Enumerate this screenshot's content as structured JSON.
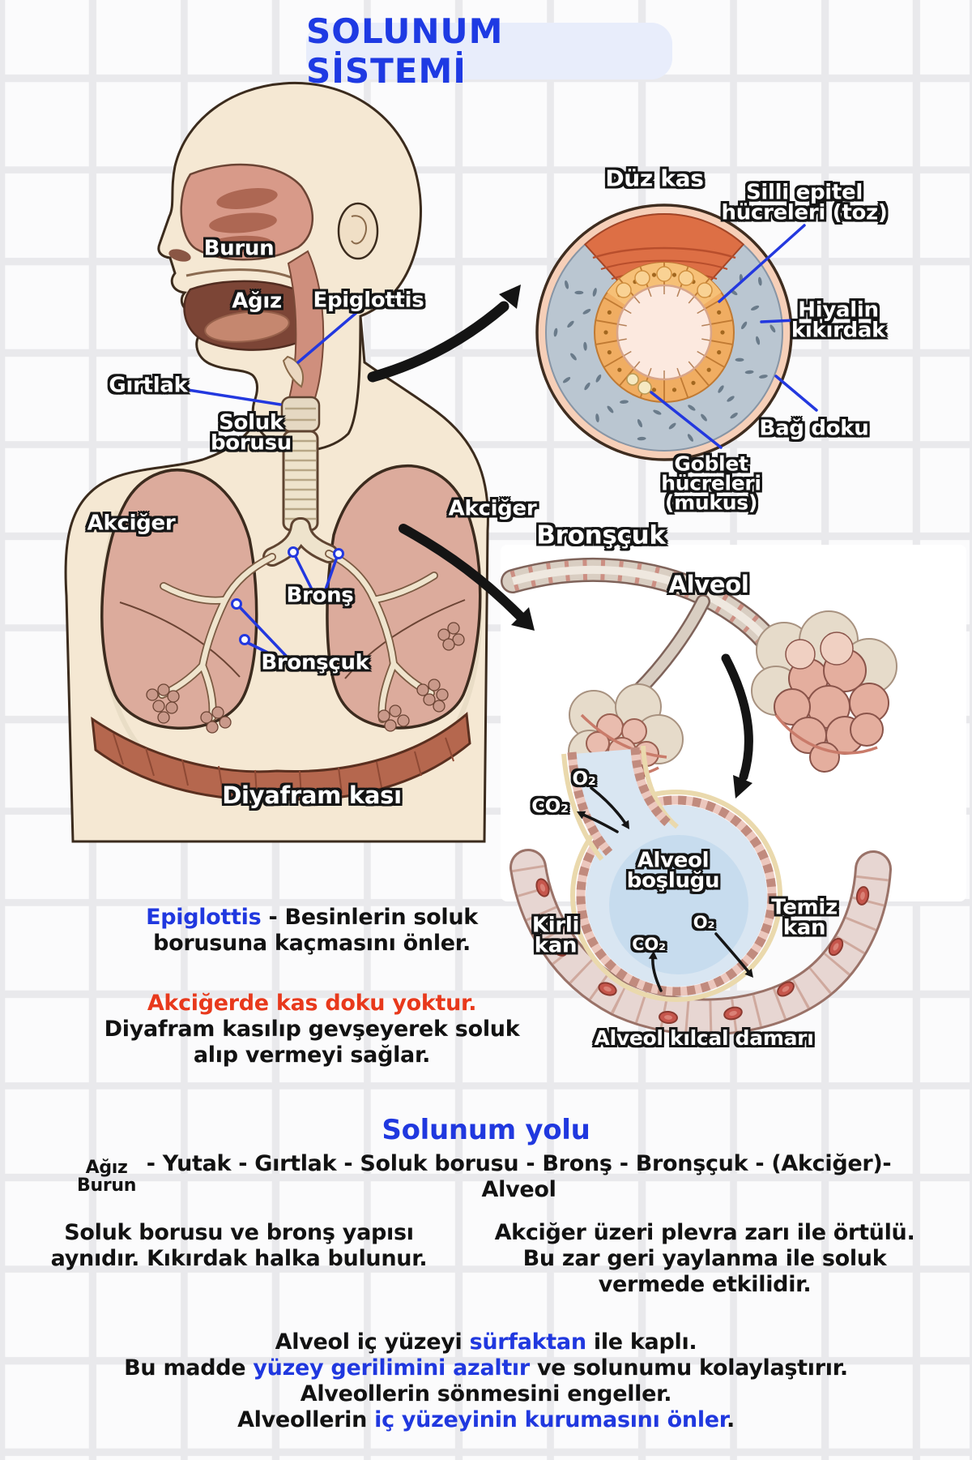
{
  "title": "SOLUNUM SİSTEMİ",
  "colors": {
    "accent_blue": "#2038df",
    "alert_red": "#e8391c",
    "ink": "#121212"
  },
  "body": {
    "burun": "Burun",
    "agiz": "Ağız",
    "epiglottis": "Epiglottis",
    "girtlak": "Gırtlak",
    "soluk_l1": "Soluk",
    "soluk_l2": "borusu",
    "akciger_left": "Akciğer",
    "akciger_right": "Akciğer",
    "brons": "Bronş",
    "bronscuk": "Bronşçuk",
    "diyafram": "Diyafram kası"
  },
  "cross_section": {
    "duz_kas": "Düz kas",
    "silli_l1": "Silli epitel",
    "silli_l2": "hücreleri (toz)",
    "hiyalin_l1": "Hiyalin",
    "hiyalin_l2": "kıkırdak",
    "bag_doku": "Bağ doku",
    "goblet_l1": "Goblet",
    "goblet_l2": "hücreleri",
    "goblet_l3": "(mukus)"
  },
  "bronchiole": {
    "heading": "Bronşçuk",
    "alveol": "Alveol"
  },
  "gas": {
    "o2_top": "O₂",
    "co2_top": "CO₂",
    "bosluk_l1": "Alveol",
    "bosluk_l2": "boşluğu",
    "kirli_l1": "Kirli",
    "kirli_l2": "kan",
    "temiz_l1": "Temiz",
    "temiz_l2": "kan",
    "co2_bottom": "CO₂",
    "o2_bottom": "O₂",
    "capillary": "Alveol kılcal damarı"
  },
  "notes": {
    "ep_term": "Epiglottis",
    "ep_rest": " - Besinlerin soluk",
    "ep_l2": "borusuna kaçmasını önler.",
    "red_line": "Akciğerde kas doku yoktur.",
    "black_l1": "Diyafram kasılıp gevşeyerek soluk",
    "black_l2": "alıp vermeyi sağlar."
  },
  "pathway": {
    "heading": "Solunum yolu",
    "start_l1": "Ağız",
    "start_l2": "Burun",
    "rest": "- Yutak - Gırtlak - Soluk borusu - Bronş - Bronşçuk - (Akciğer)- Alveol"
  },
  "columns": {
    "left_l1": "Soluk borusu ve bronş yapısı",
    "left_l2": "aynıdır. Kıkırdak halka bulunur.",
    "right_l1": "Akciğer üzeri plevra zarı ile örtülü.",
    "right_l2": "Bu zar geri yaylanma ile soluk",
    "right_l3": "vermede etkilidir."
  },
  "surfactant": {
    "l1a": "Alveol iç yüzeyi ",
    "l1b": "sürfaktan",
    "l1c": " ile kaplı.",
    "l2a": "Bu madde ",
    "l2b": "yüzey gerilimini azaltır",
    "l2c": " ve solunumu kolaylaştırır.",
    "l3": "Alveollerin sönmesini engeller.",
    "l4a": "Alveollerin ",
    "l4b": "iç yüzeyinin kurumasını önler",
    "l4c": "."
  }
}
